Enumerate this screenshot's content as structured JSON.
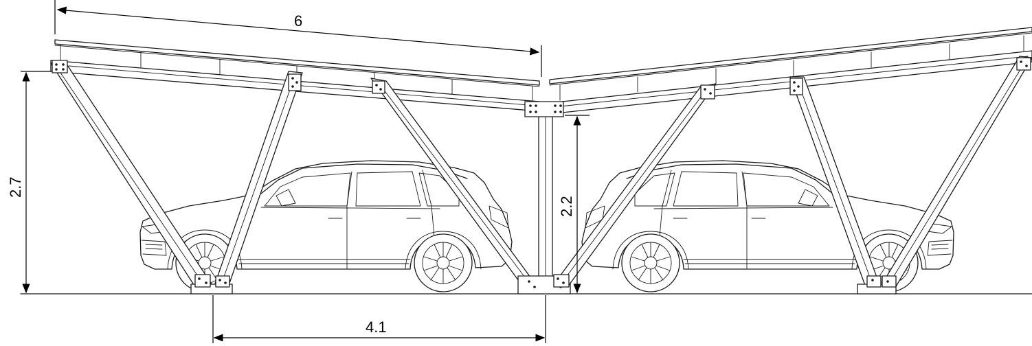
{
  "dimensions": {
    "canopy_length": "6",
    "column_spacing": "4.1",
    "overall_height": "2.7",
    "clearance_height": "2.2"
  }
}
